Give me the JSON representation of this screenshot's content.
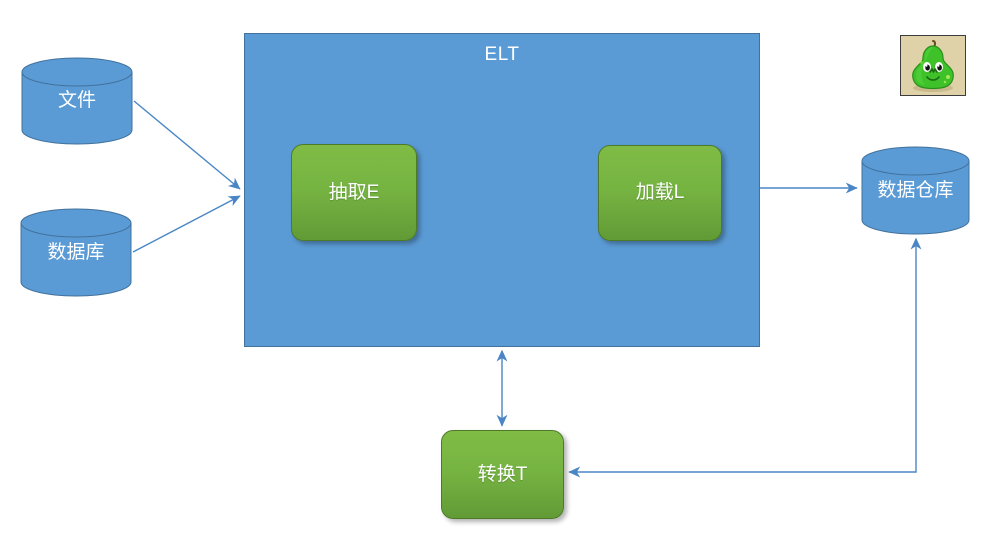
{
  "diagram": {
    "title": "ELT",
    "type": "data-pipeline-flow-diagram",
    "container": {
      "label": "ELT",
      "fill_color": "#5b9bd5",
      "border_color": "#41719c"
    },
    "sources": [
      {
        "id": "file",
        "label": "文件",
        "shape": "cylinder",
        "color": "#5b9bd5"
      },
      {
        "id": "database",
        "label": "数据库",
        "shape": "cylinder",
        "color": "#5b9bd5"
      }
    ],
    "processes": [
      {
        "id": "extract",
        "label": "抽取E",
        "shape": "rounded-rect",
        "color": "#76b442"
      },
      {
        "id": "load",
        "label": "加载L",
        "shape": "rounded-rect",
        "color": "#76b442"
      },
      {
        "id": "transform",
        "label": "转换T",
        "shape": "rounded-rect",
        "color": "#76b442"
      }
    ],
    "targets": [
      {
        "id": "warehouse",
        "label": "数据仓库",
        "shape": "cylinder",
        "color": "#5b9bd5"
      }
    ],
    "connectors": [
      {
        "id": "file-to-elt",
        "from": "文件",
        "to": "ELT",
        "arrows": "single",
        "direction": "right"
      },
      {
        "id": "database-to-elt",
        "from": "数据库",
        "to": "ELT",
        "arrows": "single",
        "direction": "right"
      },
      {
        "id": "elt-to-warehouse",
        "from": "ELT",
        "to": "数据仓库",
        "arrows": "single",
        "direction": "right"
      },
      {
        "id": "elt-to-transform",
        "from": "ELT",
        "to": "转换T",
        "arrows": "double",
        "direction": "vertical"
      },
      {
        "id": "warehouse-to-transform",
        "from": "数据仓库",
        "to": "转换T",
        "arrows": "double",
        "direction": "elbow"
      }
    ],
    "connector_color": "#4a86c5",
    "logo": {
      "name": "green-gourd-mascot",
      "background_color": "#dfd2a9",
      "body_color": "#4cc game",
      "border_color": "#3c3c3c"
    }
  }
}
